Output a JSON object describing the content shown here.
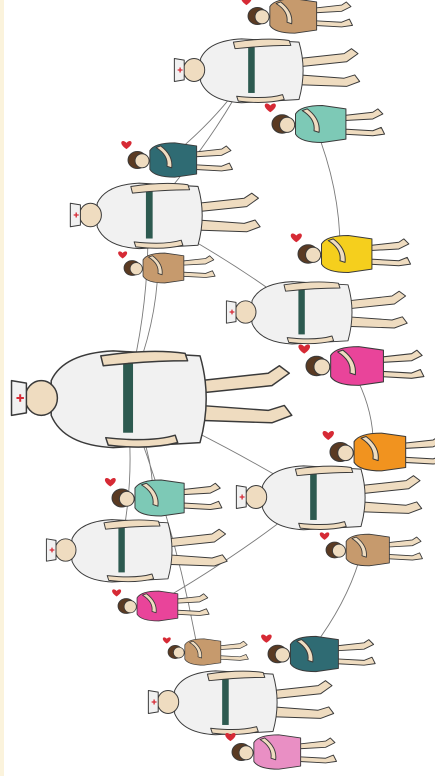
{
  "colors": {
    "page_bg": "#ffffff",
    "left_strip": "#fbf3dc",
    "skin": "#efdcc0",
    "hair": "#5a3a22",
    "line": "#3a3a3a",
    "heart": "#d62a35",
    "nurse_coat": "#f1f1f1",
    "nurse_belt": "#2d5a50",
    "nurse_cross": "#d62a35",
    "connector": "#7a7a7a"
  },
  "nurses": [
    {
      "scale": 0.82
    },
    {
      "scale": 0.84
    },
    {
      "scale": 0.8
    },
    {
      "scale": 1.24
    },
    {
      "scale": 0.82
    },
    {
      "scale": 0.8
    },
    {
      "scale": 0.82
    }
  ],
  "women": [
    {
      "dress": "#c69a6d",
      "scale": 0.78
    },
    {
      "dress": "#7dc9b6",
      "scale": 0.84
    },
    {
      "dress": "#2f6b73",
      "scale": 0.78
    },
    {
      "dress": "#f5cf1d",
      "scale": 0.84
    },
    {
      "dress": "#c69a6d",
      "scale": 0.68
    },
    {
      "dress": "#e9449a",
      "scale": 0.88
    },
    {
      "dress": "#f1931f",
      "scale": 0.86
    },
    {
      "dress": "#7dc9b6",
      "scale": 0.82
    },
    {
      "dress": "#c69a6d",
      "scale": 0.72
    },
    {
      "dress": "#e9449a",
      "scale": 0.68
    },
    {
      "dress": "#c69a6d",
      "scale": 0.6
    },
    {
      "dress": "#2f6b73",
      "scale": 0.8
    },
    {
      "dress": "#e98fc4",
      "scale": 0.78
    }
  ],
  "connections": [
    [
      "nurse-0",
      "nurse-1"
    ],
    [
      "nurse-0",
      "woman-2"
    ],
    [
      "nurse-3",
      "nurse-1"
    ],
    [
      "nurse-3",
      "woman-4"
    ],
    [
      "nurse-3",
      "woman-7"
    ],
    [
      "nurse-3",
      "nurse-4"
    ],
    [
      "nurse-3",
      "woman-10"
    ],
    [
      "nurse-3",
      "nurse-5"
    ],
    [
      "nurse-1",
      "nurse-2"
    ],
    [
      "woman-1",
      "woman-3"
    ],
    [
      "woman-5",
      "woman-6"
    ],
    [
      "woman-8",
      "woman-11"
    ],
    [
      "woman-9",
      "nurse-4"
    ]
  ]
}
